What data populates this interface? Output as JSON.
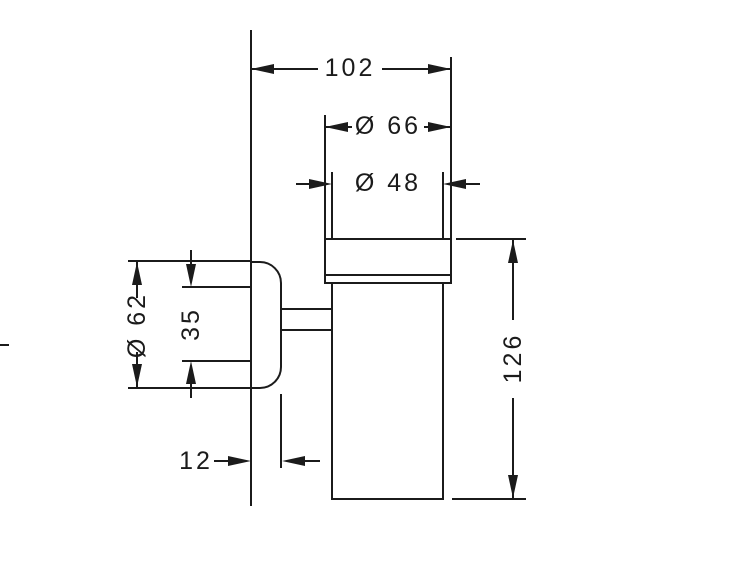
{
  "drawing": {
    "type": "technical-dimension-drawing",
    "subject": "wall-mounted holder with cup, side elevation",
    "colors": {
      "line": "#1b1b1b",
      "background": "#ffffff"
    },
    "units_shown": false
  },
  "dimensions": {
    "depth102": {
      "label": "102",
      "orientation": "horizontal"
    },
    "dia66": {
      "label": "Ø 66",
      "orientation": "horizontal"
    },
    "dia48": {
      "label": "Ø 48",
      "orientation": "horizontal"
    },
    "dia62": {
      "label": "Ø 62",
      "orientation": "vertical"
    },
    "len35": {
      "label": "35",
      "orientation": "vertical"
    },
    "len12": {
      "label": "12",
      "orientation": "horizontal"
    },
    "len126": {
      "label": "126",
      "orientation": "vertical"
    }
  }
}
